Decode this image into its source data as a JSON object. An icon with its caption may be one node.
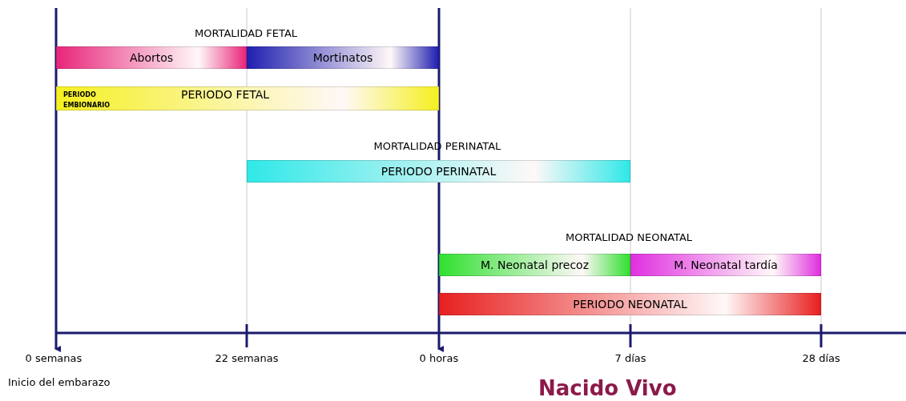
{
  "diagram": {
    "nodes": [
      {
        "text": [
          "Abortos"
        ]
      },
      {
        "text": [
          "Mortinatos"
        ]
      },
      {
        "text": [
          "PERIODO EMBIONARIO",
          "PERIODO FETAL"
        ]
      },
      {
        "text": [
          "PERIODO PERINATAL"
        ]
      },
      {
        "text": [
          "M. Neonatal precoz"
        ]
      },
      {
        "text": [
          "M. Neonatal tardía"
        ]
      },
      {
        "text": [
          "PERIODO NEONATAL"
        ]
      }
    ],
    "labels": [
      "MORTALIDAD FETAL",
      "MORTALIDAD PERINATAL",
      "MORTALIDAD NEONATAL",
      "0 semanas",
      "22 semanas",
      "0 horas",
      "7 días",
      "28 días",
      "Inicio del embarazo",
      "Nacido Vivo"
    ]
  }
}
